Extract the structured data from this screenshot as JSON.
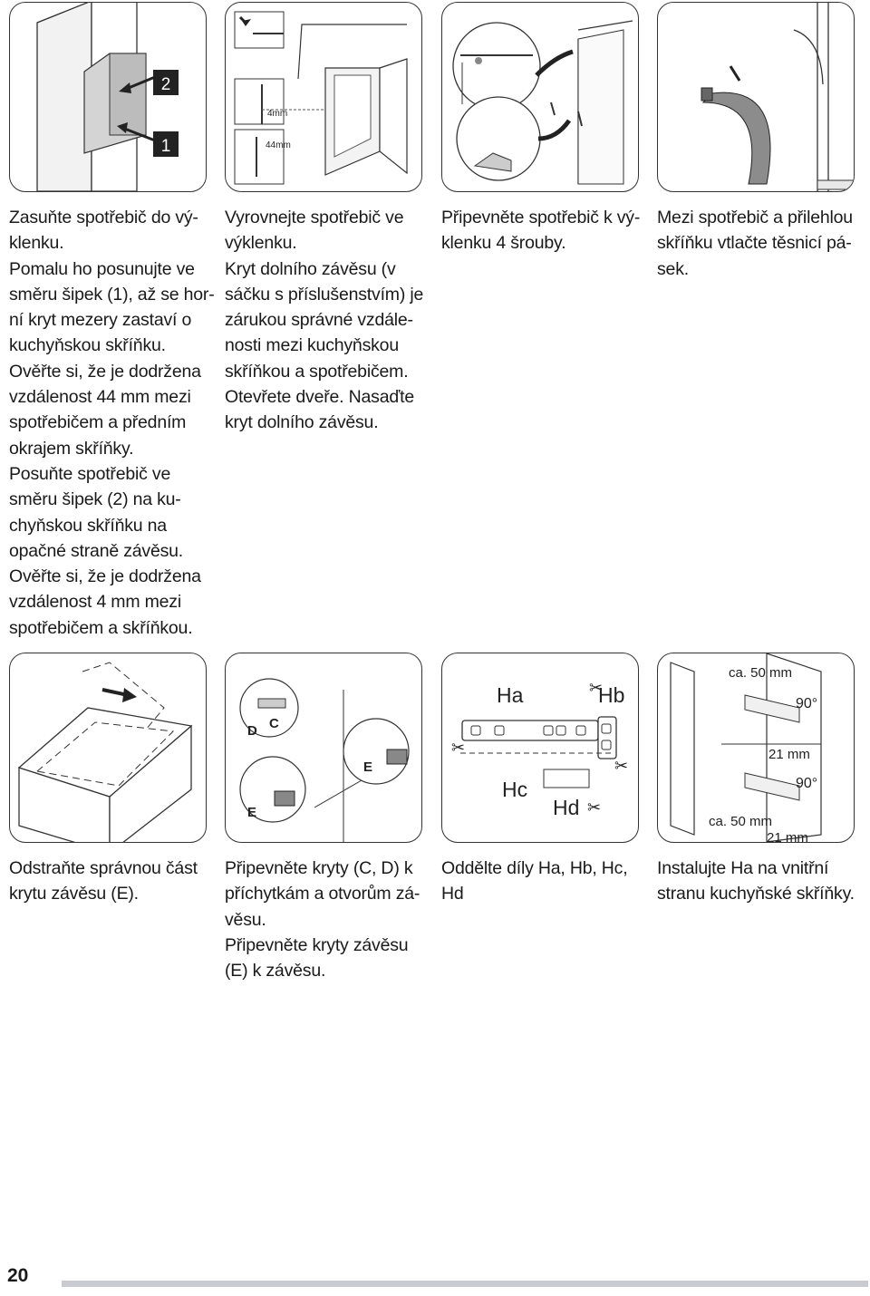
{
  "steps": [
    {
      "diagram": {
        "labels": [
          "2",
          "1"
        ]
      },
      "caption": [
        "Zasuňte spotřebič do vý-",
        "klenku.",
        "Pomalu ho posunujte ve",
        "směru šipek (1), až se hor-",
        "ní kryt mezery zastaví o",
        "kuchyňskou skříňku.",
        "Ověřte si, že je dodržena",
        "vzdálenost 44 mm mezi",
        "spotřebičem a předním",
        "okrajem skříňky.",
        "Posuňte spotřebič ve",
        "směru šipek (2) na ku-",
        "chyňskou skříňku na",
        "opačné straně závěsu.",
        "Ověřte si, že je dodržena",
        "vzdálenost 4 mm mezi",
        "spotřebičem a skříňkou."
      ]
    },
    {
      "diagram": {
        "labels": [
          "4mm",
          "44mm"
        ]
      },
      "caption": [
        "Vyrovnejte spotřebič ve",
        "výklenku.",
        "Kryt dolního závěsu (v",
        "sáčku s příslušenstvím) je",
        "zárukou správné vzdále-",
        "nosti mezi kuchyňskou",
        "skříňkou a spotřebičem.",
        "Otevřete dveře. Nasaďte",
        "kryt dolního závěsu."
      ]
    },
    {
      "diagram": {
        "labels": []
      },
      "caption": [
        "Připevněte spotřebič k vý-",
        "klenku 4 šrouby."
      ]
    },
    {
      "diagram": {
        "labels": []
      },
      "caption": [
        "Mezi spotřebič a přilehlou",
        "skříňku vtlačte těsnicí pá-",
        "sek."
      ]
    },
    {
      "diagram": {
        "labels": []
      },
      "caption": [
        "Odstraňte správnou část",
        "krytu závěsu (E)."
      ]
    },
    {
      "diagram": {
        "labels": [
          "D",
          "C",
          "E",
          "E"
        ]
      },
      "caption": [
        "Připevněte kryty (C, D) k",
        "příchytkám a otvorům zá-",
        "věsu.",
        "Připevněte kryty závěsu",
        "(E) k závěsu."
      ]
    },
    {
      "diagram": {
        "labels": [
          "Ha",
          "Hb",
          "Hc",
          "Hd"
        ]
      },
      "caption": [
        "Oddělte díly Ha, Hb, Hc,",
        "Hd"
      ]
    },
    {
      "diagram": {
        "labels": [
          "ca. 50 mm",
          "90°",
          "21 mm",
          "90°",
          "ca. 50 mm",
          "21 mm"
        ]
      },
      "caption": [
        "Instalujte Ha na vnitřní",
        "stranu kuchyňské skříňky."
      ]
    }
  ],
  "page_number": "20"
}
